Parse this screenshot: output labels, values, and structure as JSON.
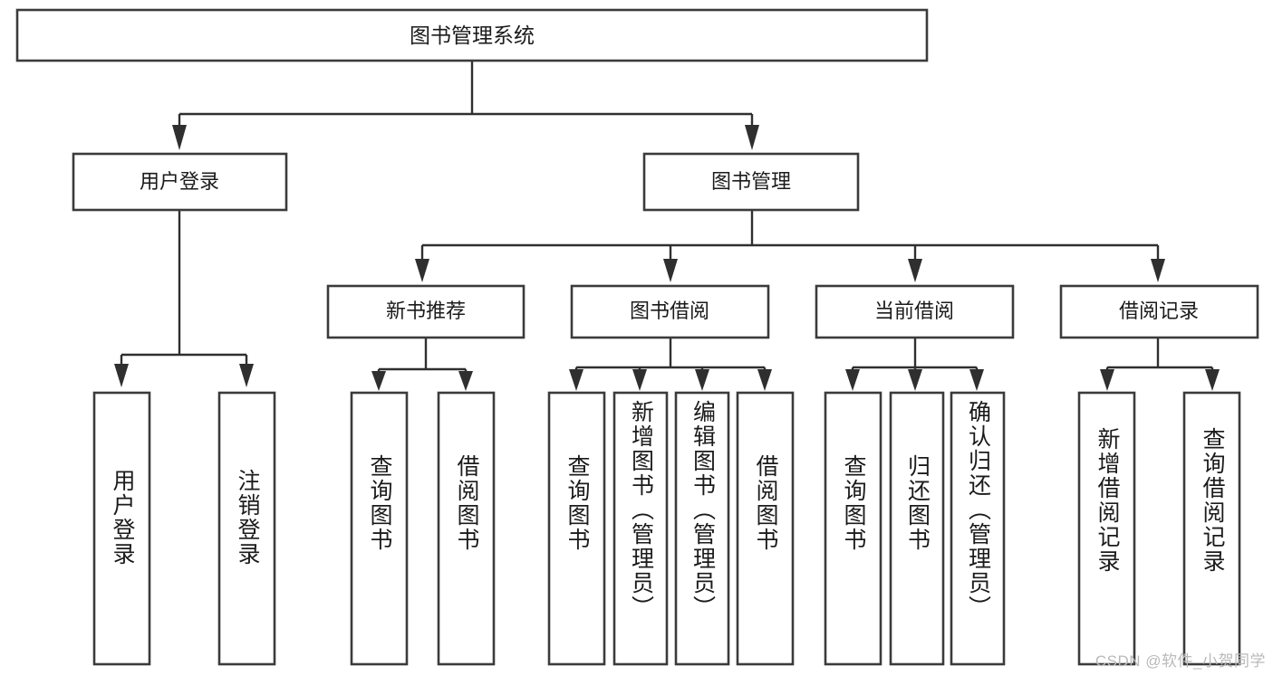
{
  "diagram": {
    "type": "tree",
    "title": "图书管理系统",
    "orientation": "top-down",
    "root": {
      "label": "图书管理系统"
    },
    "level2": [
      {
        "label": "用户登录"
      },
      {
        "label": "图书管理"
      }
    ],
    "level3": [
      {
        "label": "新书推荐"
      },
      {
        "label": "图书借阅"
      },
      {
        "label": "当前借阅"
      },
      {
        "label": "借阅记录"
      }
    ],
    "leaves": {
      "user_login": [
        {
          "label": "用户登录"
        },
        {
          "label": "注销登录"
        }
      ],
      "new_book_recommend": [
        {
          "label": "查询图书"
        },
        {
          "label": "借阅图书"
        }
      ],
      "book_borrow": [
        {
          "label": "查询图书"
        },
        {
          "label": "新增图书（管理员）"
        },
        {
          "label": "编辑图书（管理员）"
        },
        {
          "label": "借阅图书"
        }
      ],
      "current_borrow": [
        {
          "label": "查询图书"
        },
        {
          "label": "归还图书"
        },
        {
          "label": "确认归还（管理员）"
        }
      ],
      "borrow_record": [
        {
          "label": "新增借阅记录"
        },
        {
          "label": "查询借阅记录"
        }
      ]
    }
  },
  "watermark": {
    "text": "CSDN @软件_小贺同学"
  },
  "colors": {
    "box_stroke": "#3b3b3b",
    "connector": "#2f2f2f",
    "text": "#1b1b1b",
    "background": "#ffffff",
    "watermark": "#b9b9b9"
  }
}
